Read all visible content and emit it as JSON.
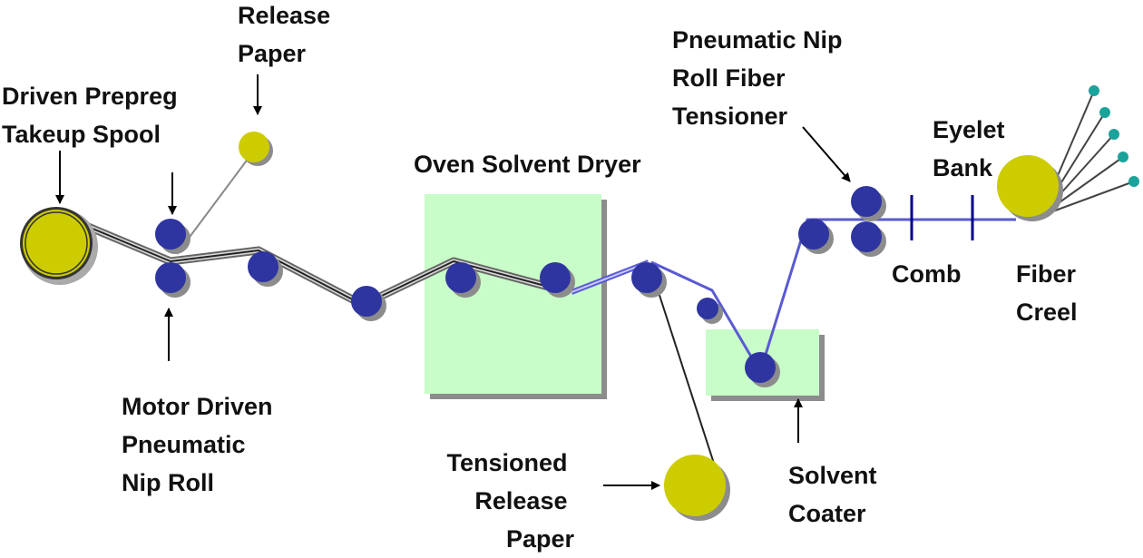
{
  "diagram": {
    "title": "Prepreg fiber impregnation line",
    "colors": {
      "roller": "#2e35a0",
      "spool": "#cccc00",
      "tank": "#c8fcc8",
      "shadow": "#8c8c8c",
      "fiber_line": "#5a5ad2",
      "prepreg_line": "#333333",
      "fiber_tip": "#1aa39a",
      "comb": "#00008b"
    },
    "labels": {
      "release_paper": [
        "Release",
        "Paper"
      ],
      "takeup_spool": [
        "Driven Prepreg",
        "Takeup Spool"
      ],
      "oven": [
        "Oven Solvent Dryer"
      ],
      "tensioner": [
        "Pneumatic Nip",
        "Roll Fiber",
        "Tensioner"
      ],
      "eyelet_bank": [
        "Eyelet",
        "Bank"
      ],
      "comb": [
        "Comb"
      ],
      "fiber_creel": [
        "Fiber",
        "Creel"
      ],
      "nip_roll": [
        "Motor Driven",
        "Pneumatic",
        "Nip Roll"
      ],
      "tensioned_paper": [
        "Tensioned",
        "Release",
        "Paper"
      ],
      "solvent_coater": [
        "Solvent",
        "Coater"
      ]
    }
  }
}
